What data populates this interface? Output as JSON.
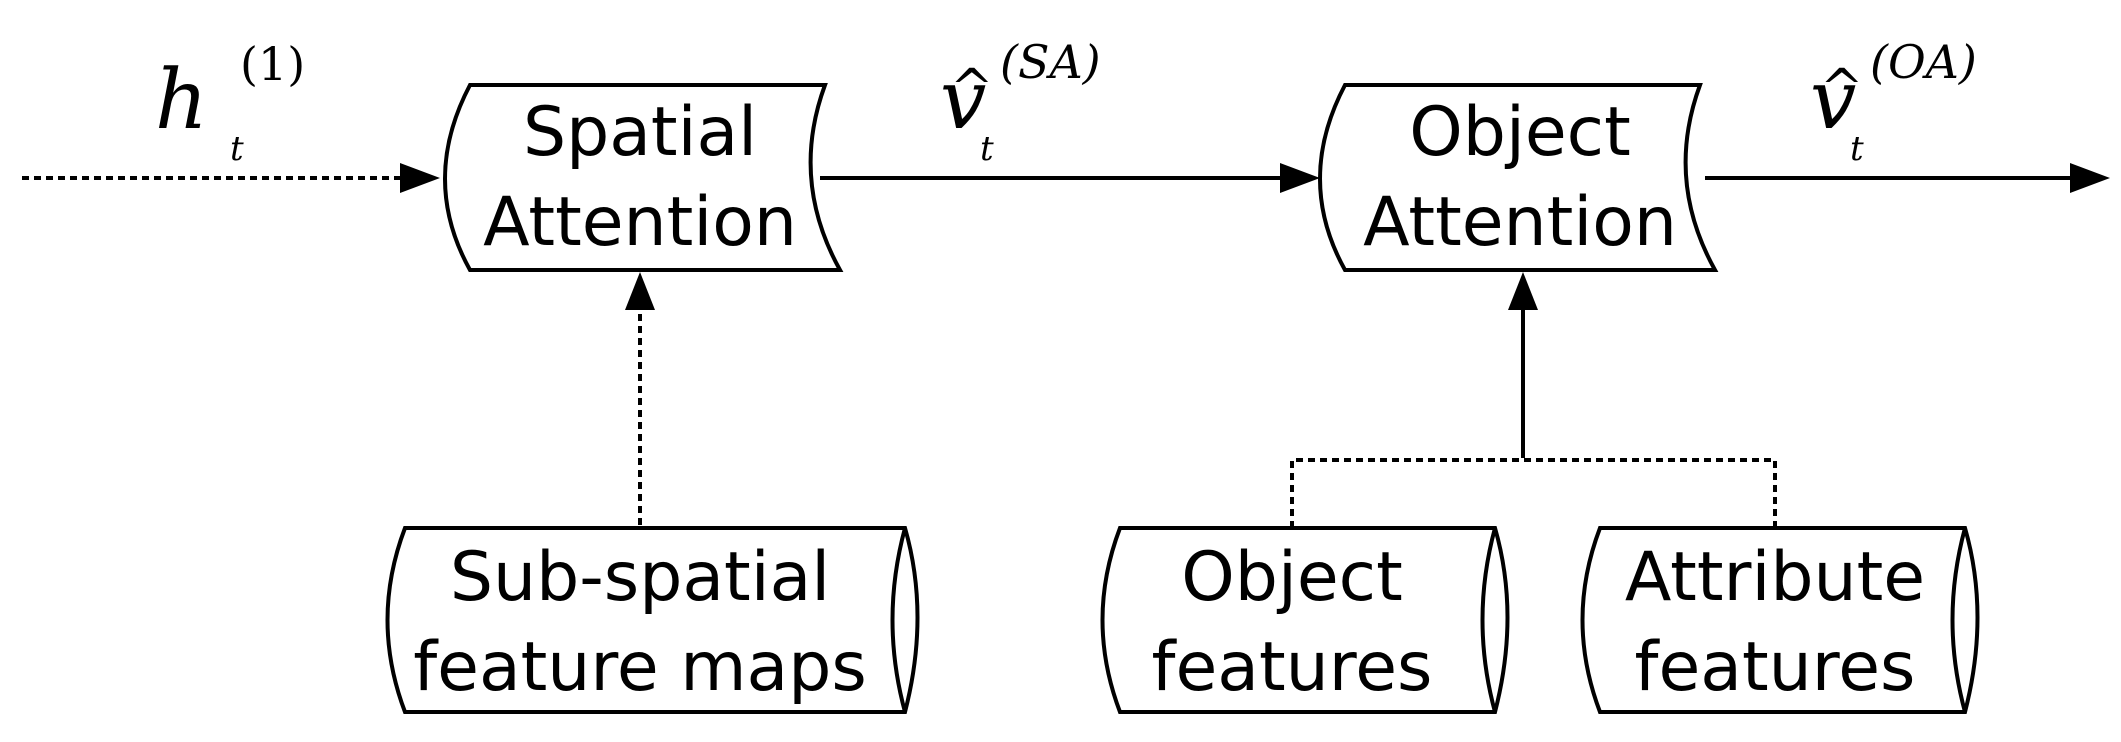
{
  "input": {
    "symbol": "h",
    "subscript": "t",
    "superscript": "(1)"
  },
  "spatial_attention": {
    "line1": "Spatial",
    "line2": "Attention"
  },
  "sa_output": {
    "symbol": "v",
    "hat": "^",
    "subscript": "t",
    "superscript": "(SA)"
  },
  "object_attention": {
    "line1": "Object",
    "line2": "Attention"
  },
  "oa_output": {
    "symbol": "v",
    "hat": "^",
    "subscript": "t",
    "superscript": "(OA)"
  },
  "sub_spatial": {
    "line1": "Sub-spatial",
    "line2": "feature maps"
  },
  "object_features": {
    "line1": "Object",
    "line2": "features"
  },
  "attribute_features": {
    "line1": "Attribute",
    "line2": "features"
  }
}
